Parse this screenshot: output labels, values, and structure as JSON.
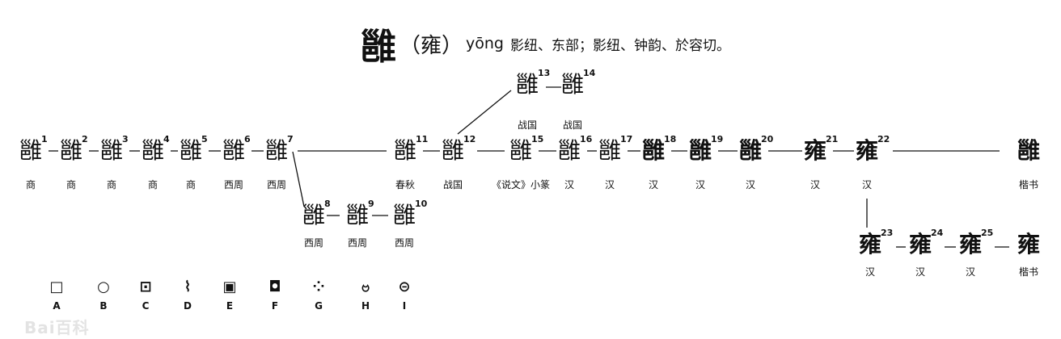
{
  "title": {
    "main_char": "雝",
    "paren_char": "（雍）",
    "pronunciation": "yōng",
    "description": "影纽、东部；影纽、钟韵、於容切。"
  },
  "main_row": [
    {
      "n": "1",
      "glyph": "雝",
      "era": "商"
    },
    {
      "n": "2",
      "glyph": "雝",
      "era": "商"
    },
    {
      "n": "3",
      "glyph": "雝",
      "era": "商"
    },
    {
      "n": "4",
      "glyph": "雝",
      "era": "商"
    },
    {
      "n": "5",
      "glyph": "雝",
      "era": "商"
    },
    {
      "n": "6",
      "glyph": "雝",
      "era": "西周"
    },
    {
      "n": "7",
      "glyph": "雝",
      "era": "西周"
    },
    {
      "n": "11",
      "glyph": "雝",
      "era": "春秋"
    },
    {
      "n": "12",
      "glyph": "雝",
      "era": "战国"
    },
    {
      "n": "15",
      "glyph": "雝",
      "era": "《说文》小篆"
    },
    {
      "n": "16",
      "glyph": "雝",
      "era": "汉"
    },
    {
      "n": "17",
      "glyph": "雝",
      "era": "汉"
    },
    {
      "n": "18",
      "glyph": "雝",
      "era": "汉"
    },
    {
      "n": "19",
      "glyph": "雝",
      "era": "汉"
    },
    {
      "n": "20",
      "glyph": "雝",
      "era": "汉"
    },
    {
      "n": "21",
      "glyph": "雍",
      "era": "汉"
    },
    {
      "n": "22",
      "glyph": "雍",
      "era": "汉"
    }
  ],
  "final_main": {
    "glyph": "雝",
    "era": "楷书"
  },
  "top_branch": [
    {
      "n": "13",
      "glyph": "雝",
      "era": "战国"
    },
    {
      "n": "14",
      "glyph": "雝",
      "era": "战国"
    }
  ],
  "lower_branch": [
    {
      "n": "8",
      "glyph": "雝",
      "era": "西周"
    },
    {
      "n": "9",
      "glyph": "雝",
      "era": "西周"
    },
    {
      "n": "10",
      "glyph": "雝",
      "era": "西周"
    }
  ],
  "right_branch": [
    {
      "n": "23",
      "glyph": "雍",
      "era": "汉"
    },
    {
      "n": "24",
      "glyph": "雍",
      "era": "汉"
    },
    {
      "n": "25",
      "glyph": "雍",
      "era": "汉"
    }
  ],
  "final_right": {
    "glyph": "雍",
    "era": "楷书"
  },
  "components": [
    {
      "label": "A",
      "shape": "□"
    },
    {
      "label": "B",
      "shape": "○"
    },
    {
      "label": "C",
      "shape": "⊡"
    },
    {
      "label": "D",
      "shape": "⌇"
    },
    {
      "label": "E",
      "shape": "▣"
    },
    {
      "label": "F",
      "shape": "◘"
    },
    {
      "label": "G",
      "shape": "⁘"
    },
    {
      "label": "H",
      "shape": "ဗ"
    },
    {
      "label": "I",
      "shape": "⊝"
    }
  ],
  "watermark": "Bai百科"
}
